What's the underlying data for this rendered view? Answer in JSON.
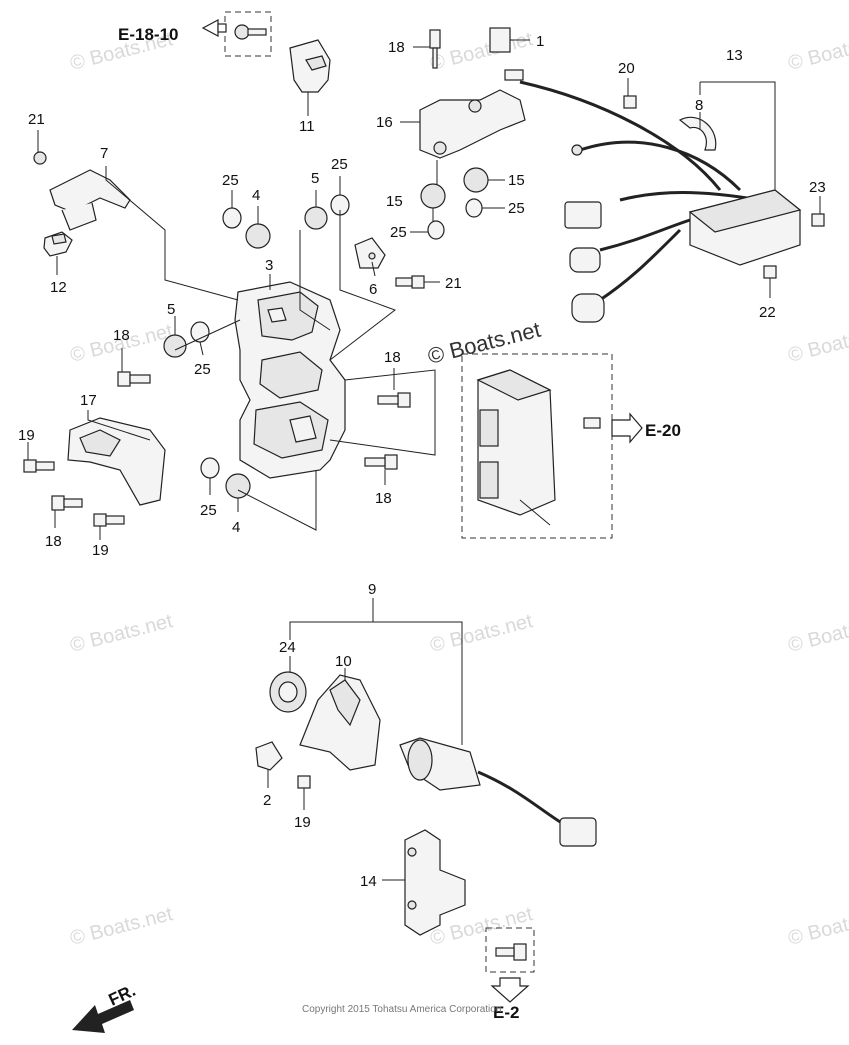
{
  "diagram": {
    "callouts": [
      "1",
      "2",
      "3",
      "4",
      "4",
      "5",
      "5",
      "6",
      "7",
      "8",
      "9",
      "10",
      "11",
      "12",
      "13",
      "14",
      "15",
      "15",
      "16",
      "17",
      "18",
      "18",
      "18",
      "18",
      "18",
      "19",
      "19",
      "19",
      "20",
      "21",
      "21",
      "22",
      "23",
      "24",
      "25",
      "25",
      "25",
      "25",
      "25",
      "25"
    ],
    "references": [
      "E-18-10",
      "E-20",
      "E-2"
    ],
    "watermark": "© Boats.net",
    "watermark_main": "© Boats.net",
    "copyright": "Copyright 2015 Tohatsu America Corporation",
    "direction": "FR."
  }
}
